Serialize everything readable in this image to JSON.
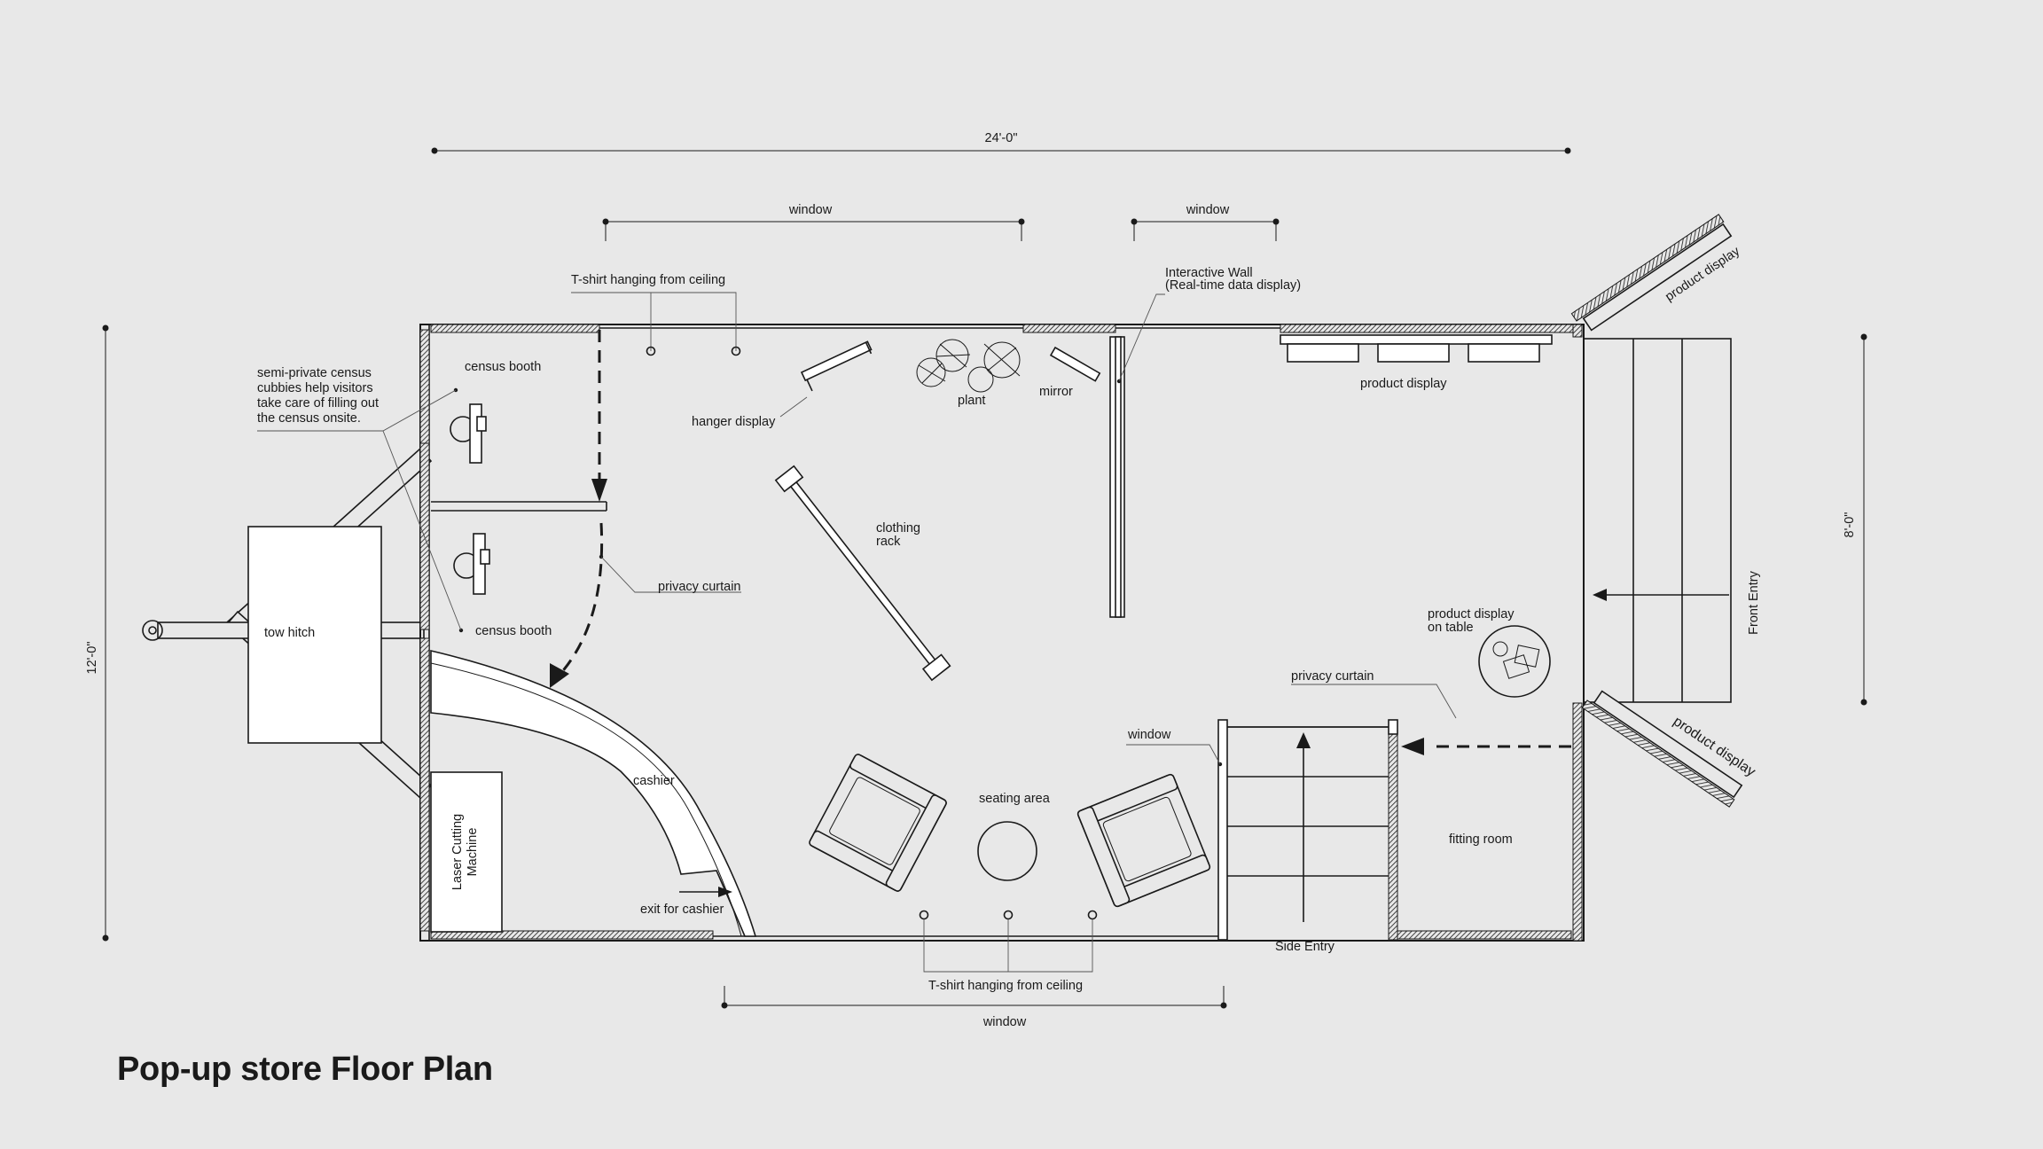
{
  "title": "Pop-up store Floor Plan",
  "dimensions": {
    "overall_length": "24'-0\"",
    "overall_width": "12'-0\"",
    "front_width": "8'-0\""
  },
  "labels": {
    "window_top_left": "window",
    "window_top_right": "window",
    "window_bottom": "window",
    "window_side": "window",
    "tshirt_top": "T-shirt hanging from ceiling",
    "tshirt_bottom": "T-shirt hanging from ceiling",
    "interactive_wall_1": "Interactive Wall",
    "interactive_wall_2": "(Real-time data display)",
    "census_note_1": "semi-private census",
    "census_note_2": "cubbies help visitors",
    "census_note_3": "take care of filling out",
    "census_note_4": "the census onsite.",
    "census_booth_top": "census booth",
    "census_booth_bottom": "census booth",
    "hanger_display": "hanger display",
    "plant": "plant",
    "mirror": "mirror",
    "product_display_top": "product display",
    "product_display_ramp_top": "product display",
    "product_display_ramp_bottom": "product display",
    "clothing_rack_1": "clothing",
    "clothing_rack_2": "rack",
    "privacy_curtain_left": "privacy curtain",
    "privacy_curtain_right": "privacy curtain",
    "product_table_1": "product display",
    "product_table_2": "on table",
    "front_entry": "Front Entry",
    "tow_hitch": "tow hitch",
    "cashier": "cashier",
    "laser_1": "Laser Cutting",
    "laser_2": "Machine",
    "exit_cashier": "exit for cashier",
    "seating_area": "seating area",
    "fitting_room": "fitting room",
    "side_entry": "Side Entry"
  }
}
